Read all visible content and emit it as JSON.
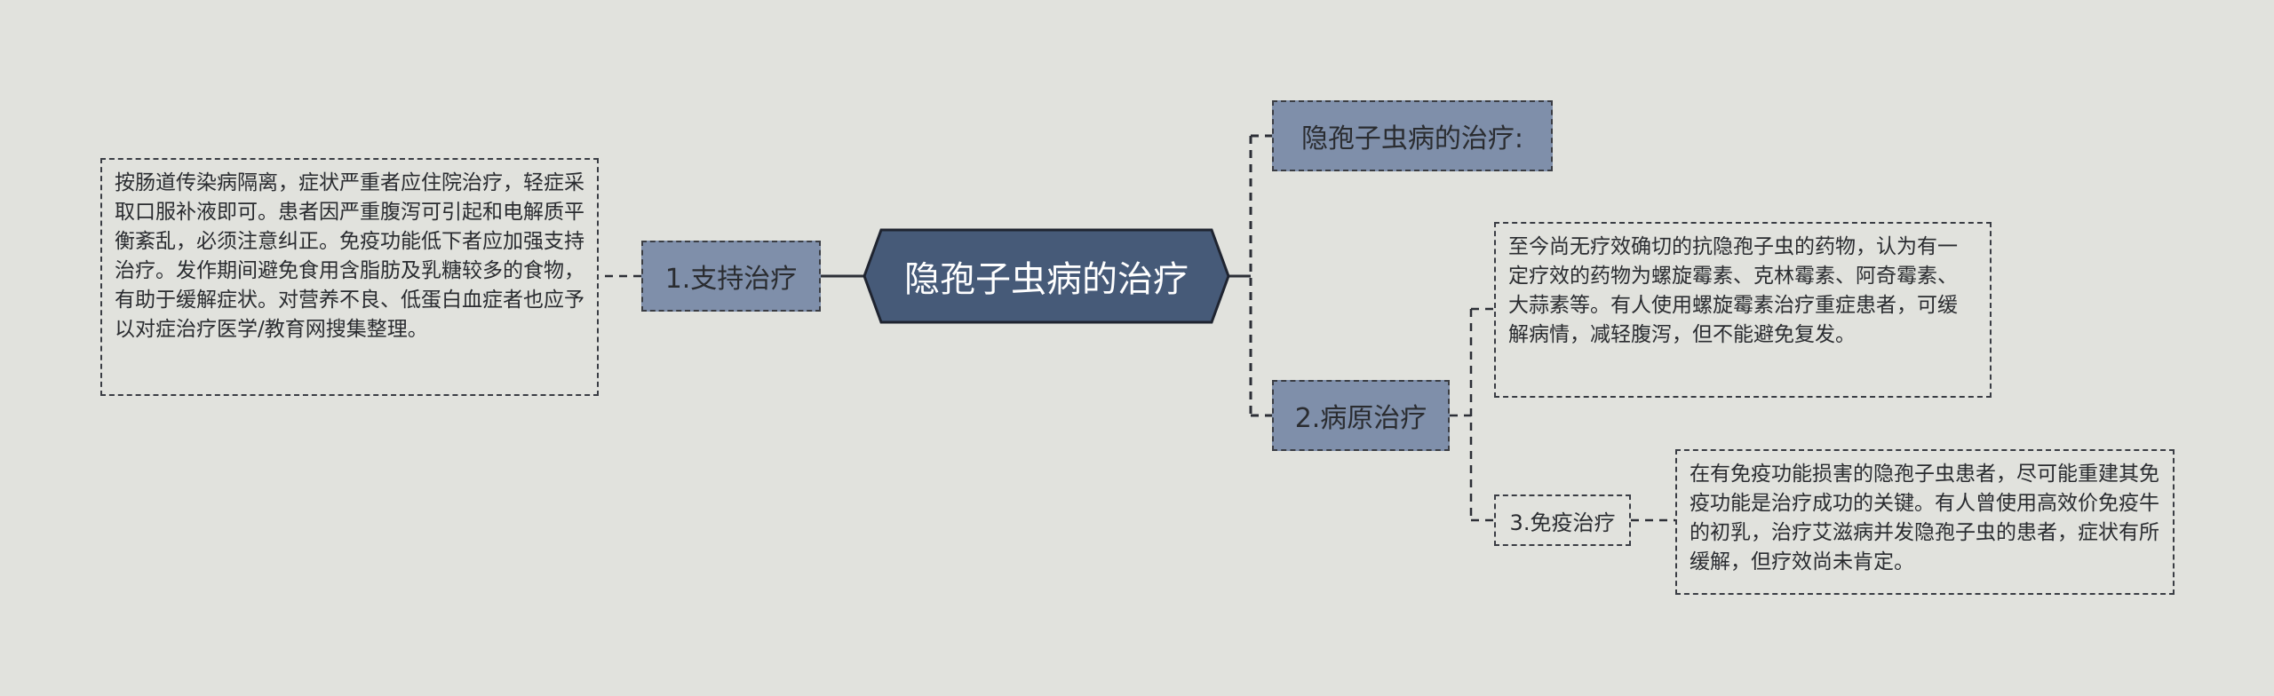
{
  "root": {
    "label": "隐孢子虫病的治疗"
  },
  "nodes": {
    "support": {
      "label": "1.支持治疗",
      "detail": "按肠道传染病隔离，症状严重者应住院治疗，轻症采取口服补液即可。患者因严重腹泻可引起和电解质平衡紊乱，必须注意纠正。免疫功能低下者应加强支持治疗。发作期间避免食用含脂肪及乳糖较多的食物，有助于缓解症状。对营养不良、低蛋白血症者也应予以对症治疗医学/教育网搜集整理。"
    },
    "intro": {
      "label": "隐孢子虫病的治疗:"
    },
    "pathogen": {
      "label": "2.病原治疗",
      "detail": "至今尚无疗效确切的抗隐孢子虫的药物，认为有一定疗效的药物为螺旋霉素、克林霉素、阿奇霉素、大蒜素等。有人使用螺旋霉素治疗重症患者，可缓解病情，减轻腹泻，但不能避免复发。"
    },
    "immune": {
      "label": "3.免疫治疗",
      "detail": "在有免疫功能损害的隐孢子虫患者，尽可能重建其免疫功能是治疗成功的关键。有人曾使用高效价免疫牛的初乳，治疗艾滋病并发隐孢子虫的患者，症状有所缓解，但疗效尚未肯定。"
    }
  },
  "colors": {
    "background": "#e1e2dd",
    "root_fill": "#465a78",
    "branch_fill": "#7f8faa",
    "line": "#2c2f36",
    "text": "#2a2c30"
  }
}
